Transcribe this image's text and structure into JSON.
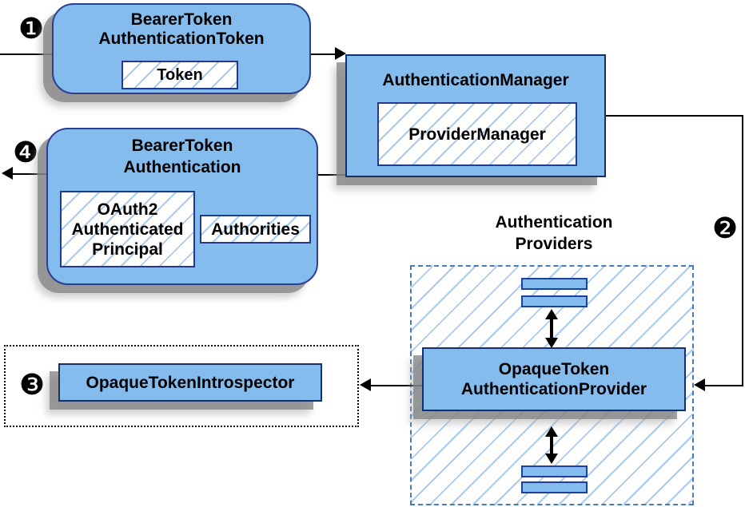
{
  "badges": {
    "step1": "❶",
    "step2": "❷",
    "step3": "❸",
    "step4": "❹"
  },
  "nodes": {
    "bearer_token_token": {
      "title_line1": "BearerToken",
      "title_line2": "AuthenticationToken",
      "inner": "Token"
    },
    "auth_manager": {
      "title": "AuthenticationManager",
      "inner": "ProviderManager"
    },
    "bearer_auth": {
      "title_line1": "BearerToken",
      "title_line2": "Authentication",
      "principal_line1": "OAuth2",
      "principal_line2": "Authenticated",
      "principal_line3": "Principal",
      "authorities": "Authorities"
    },
    "providers_group": {
      "label_line1": "Authentication",
      "label_line2": "Providers"
    },
    "provider": {
      "title_line1": "OpaqueToken",
      "title_line2": "AuthenticationProvider"
    },
    "introspector": {
      "title": "OpaqueTokenIntrospector"
    }
  },
  "colors": {
    "node_fill": "#85bcee",
    "node_border": "#13306b",
    "rounded_border": "#2b3f93",
    "inner_border": "#24388c",
    "bar_border": "#1d3f9e",
    "hatch_line": "#a9cbee",
    "dashed_border": "#4779bd",
    "dotted_border": "#000000",
    "arrow": "#000000",
    "text": "#000000"
  }
}
